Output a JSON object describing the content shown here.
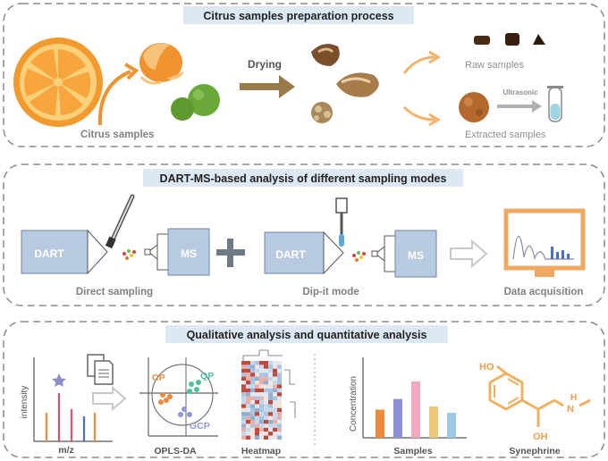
{
  "colors": {
    "panel_border": "#8c8c8c",
    "title_band": "#dce9f5",
    "orange": "#f0922e",
    "orange_light": "#f5b36b",
    "green": "#6aa83a",
    "brown": "#8a6a3a",
    "block_fill": "#b8c9e2",
    "block_stroke": "#6f86a8",
    "gray_text": "#808080",
    "dark_text": "#333333",
    "teal": "#4fbf95",
    "violet": "#8e95d8"
  },
  "panel1": {
    "title": "Citrus samples preparation process",
    "citrus_samples": "Citrus samples",
    "drying": "Drying",
    "raw_samples": "Raw samples",
    "ultrasonic": "Ultrasonic",
    "extracted_samples": "Extracted samples"
  },
  "panel2": {
    "title": "DART-MS-based analysis of different sampling modes",
    "dart_left": "DART",
    "ms_left": "MS",
    "direct_sampling": "Direct sampling",
    "dart_right": "DART",
    "ms_right": "MS",
    "dip_it_mode": "Dip-it mode",
    "data_acquisition": "Data acquisition"
  },
  "panel3": {
    "title": "Qualitative analysis and quantitative analysis",
    "intensity": "intensity",
    "mz": "m/z",
    "cp": "CP",
    "qp": "QP",
    "gcp": "GCP",
    "opls_da": "OPLS-DA",
    "heatmap": "Heatmap",
    "concentration": "Concentration",
    "samples": "Samples",
    "synephrine": "Synephrine",
    "ho": "HO",
    "oh": "OH",
    "nh": "N",
    "nh_h": "H",
    "bar_colors": [
      "#ee8a3c",
      "#8f8fd8",
      "#f2a6c0",
      "#f0c878",
      "#9cc9e8"
    ],
    "bar_values": [
      0.45,
      0.62,
      0.9,
      0.5,
      0.4
    ],
    "spectrum_colors": [
      "#ee8a3c",
      "#e0506a",
      "#e0506a",
      "#4a6fc8",
      "#ee8a3c"
    ]
  }
}
